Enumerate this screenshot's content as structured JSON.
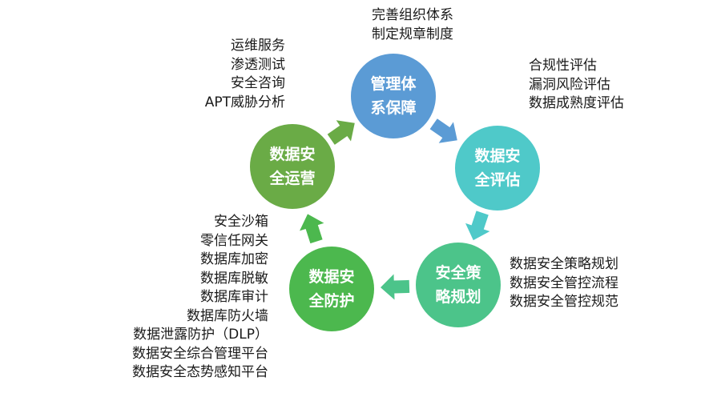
{
  "nodes": [
    {
      "id": "mgmt",
      "label_line1": "管理体",
      "label_line2": "系保障",
      "color": "#5b9bd5",
      "items": [
        "完善组织体系",
        "制定规章制度"
      ]
    },
    {
      "id": "assess",
      "label_line1": "数据安",
      "label_line2": "全评估",
      "color": "#4fc9c9",
      "items": [
        "合规性评估",
        "漏洞风险评估",
        "数据成熟度评估"
      ]
    },
    {
      "id": "strategy",
      "label_line1": "安全策",
      "label_line2": "略规划",
      "color": "#4cc48a",
      "items": [
        "数据安全策略规划",
        "数据安全管控流程",
        "数据安全管控规范"
      ]
    },
    {
      "id": "protect",
      "label_line1": "数据安",
      "label_line2": "全防护",
      "color": "#4cb84e",
      "items": [
        "安全沙箱",
        "零信任网关",
        "数据库加密",
        "数据库脱敏",
        "数据库审计",
        "数据库防火墙",
        "数据泄露防护（DLP）",
        "数据安全综合管理平台",
        "数据安全态势感知平台"
      ]
    },
    {
      "id": "ops",
      "label_line1": "数据安",
      "label_line2": "全运营",
      "color": "#6aab46",
      "items": [
        "运维服务",
        "渗透测试",
        "安全咨询",
        "APT威胁分析"
      ]
    }
  ],
  "arrows": [
    {
      "from": "mgmt",
      "to": "assess",
      "color": "#5b9bd5"
    },
    {
      "from": "assess",
      "to": "strategy",
      "color": "#4fc9c9"
    },
    {
      "from": "strategy",
      "to": "protect",
      "color": "#4cc48a"
    },
    {
      "from": "protect",
      "to": "ops",
      "color": "#4cb84e"
    },
    {
      "from": "ops",
      "to": "mgmt",
      "color": "#6aab46"
    }
  ]
}
